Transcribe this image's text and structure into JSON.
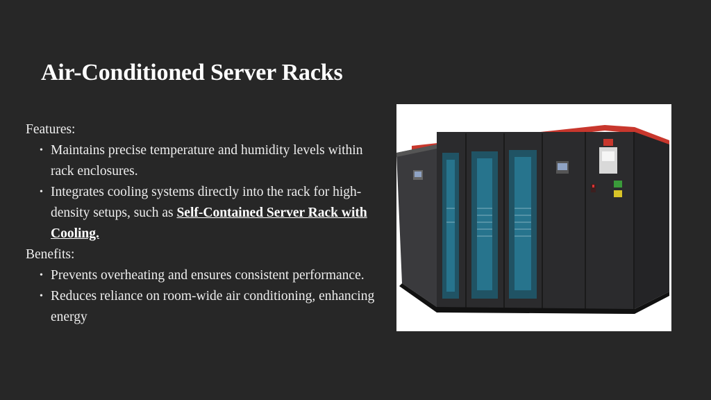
{
  "title": "Air-Conditioned Server Racks",
  "features": {
    "heading": "Features:",
    "items": [
      {
        "text": "Maintains precise temperature and humidity levels within rack enclosures."
      },
      {
        "text": "Integrates cooling systems directly into the rack for high-density setups, such as ",
        "link": "Self-Contained Server Rack with Cooling."
      }
    ]
  },
  "benefits": {
    "heading": "Benefits:",
    "items": [
      {
        "text": "Prevents overheating and ensures consistent performance."
      },
      {
        "text": "Reduces reliance on room-wide air conditioning, enhancing energy"
      }
    ]
  },
  "colors": {
    "background": "#272727",
    "text": "#eeeeee",
    "rack_body": "#2b2b2d",
    "rack_glass": "#1f5a6e",
    "roof_trim": "#c8372d"
  },
  "image": {
    "icon": "server-rack-photo"
  }
}
